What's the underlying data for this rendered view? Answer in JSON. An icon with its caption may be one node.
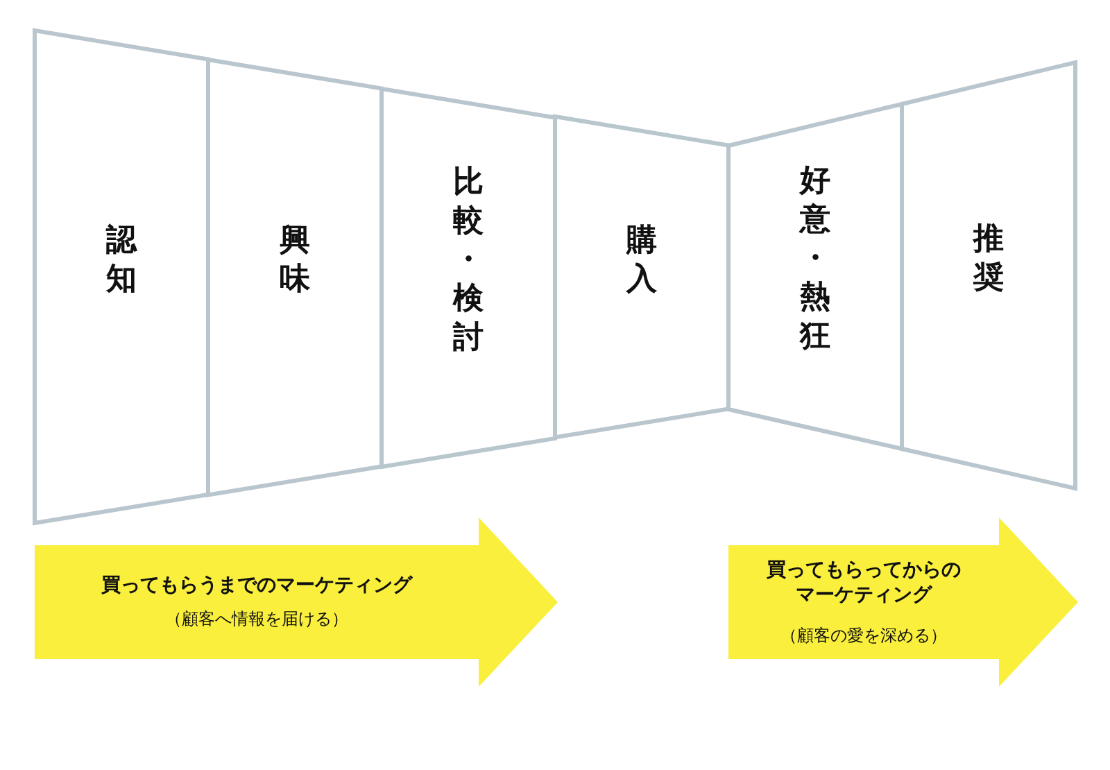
{
  "diagram": {
    "nodes": [
      {
        "text": [
          "認知"
        ]
      },
      {
        "text": [
          "興味"
        ]
      },
      {
        "text": [
          "比較・検討"
        ]
      },
      {
        "text": [
          "購入"
        ]
      },
      {
        "text": [
          "好意・熱狂"
        ]
      },
      {
        "text": [
          "推奨"
        ]
      },
      {
        "text": [
          "買ってもらうまでのマーケティング",
          "（顧客へ情報を届ける）"
        ]
      },
      {
        "text": [
          "買ってもらってからのマーケティング",
          "（顧客の愛を深める）"
        ]
      }
    ]
  }
}
